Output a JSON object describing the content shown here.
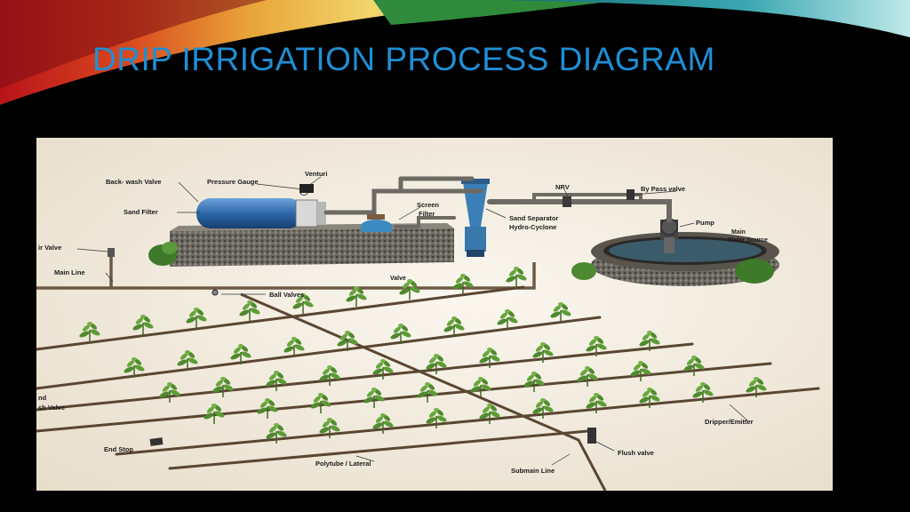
{
  "slide": {
    "title": "DRIP IRRIGATION PROCESS DIAGRAM"
  },
  "diagram": {
    "labels": {
      "back_wash_valve": "Back- wash Valve",
      "pressure_gauge": "Pressure Gauge",
      "venturi": "Venturi",
      "sand_filter": "Sand Filter",
      "screen_filter_1": "Screen",
      "screen_filter_2": "Filter",
      "sand_separator_1": "Sand Separator",
      "sand_separator_2": "Hydro-Cyclone",
      "nrv": "NRV",
      "by_pass_valve": "By Pass valve",
      "pump": "Pump",
      "water_source_1": "Main",
      "water_source_2": "Water Source",
      "air_valve": "ir Valve",
      "main_line": "Main Line",
      "valve": "Valve",
      "ball_valves": "Ball Valves",
      "flush_valve_left_1": "nd",
      "flush_valve_left_2": "sh Valve",
      "dripper_emitter": "Dripper/Emitter",
      "end_stop": "End Stop",
      "polytube_lateral": "Polytube / Lateral",
      "submain_line": "Submain Line",
      "flush_valve": "Flush valve"
    },
    "colors": {
      "title": "#1e8fd6",
      "background": "#f7f1e6",
      "pipe": "#5a4632",
      "tank": "#2c67a8",
      "plant": "#4f8a2e"
    }
  }
}
